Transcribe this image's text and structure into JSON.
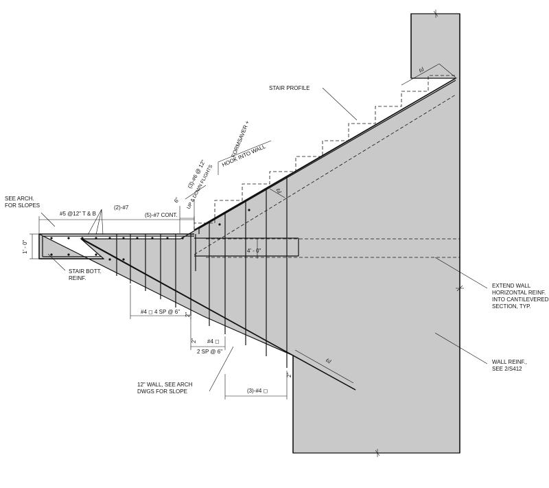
{
  "labels": {
    "see_arch_1": "SEE ARCH.",
    "see_arch_2": "FOR SLOPES",
    "bars_5": "#5 @12\"  T & B",
    "bars_2_7": "(2)-#7",
    "bars_5_7": "(5)-#7 CONT.",
    "dim_1ft": "1' - 0\"",
    "stair_bott_1": "STAIR BOTT.",
    "stair_bott_2": "REINF.",
    "dim_6in": "6\"",
    "bars_3_6": "(3)-#6 @ 12\"",
    "up_down": "UP & DOWN FLIGHTS",
    "formsaver": "FORMSAVER +",
    "hook_wall": "HOOK INTO WALL",
    "stair_profile": "STAIR PROFILE",
    "dim_4ft": "4' - 0\"",
    "ld_top": "ℓd",
    "ld_mid": "ℓd",
    "ld_low": "ℓd",
    "sp_4": "#4 ◻ 4 SP @ 6\"",
    "dim_2_a": "2\"",
    "dim_2_b": "2\"",
    "bar_4": "#4 ◻",
    "sp_2": "2  SP @ 6\"",
    "dim_2_c": "2\"",
    "wall_12_1": "12\" WALL, SEE ARCH",
    "wall_12_2": "DWGS FOR SLOPE",
    "bars_3_4": "(3)-#4  ◻",
    "extend_1": "EXTEND WALL",
    "extend_2": "HORIZONTAL REINF.",
    "extend_3": "INTO CANTILEVERED",
    "extend_4": "SECTION, TYP.",
    "wall_reinf_1": "WALL REINF.,",
    "wall_reinf_2": "SEE 2/S412"
  },
  "colors": {
    "concrete": "#c9c9c9",
    "ink": "#111111"
  }
}
